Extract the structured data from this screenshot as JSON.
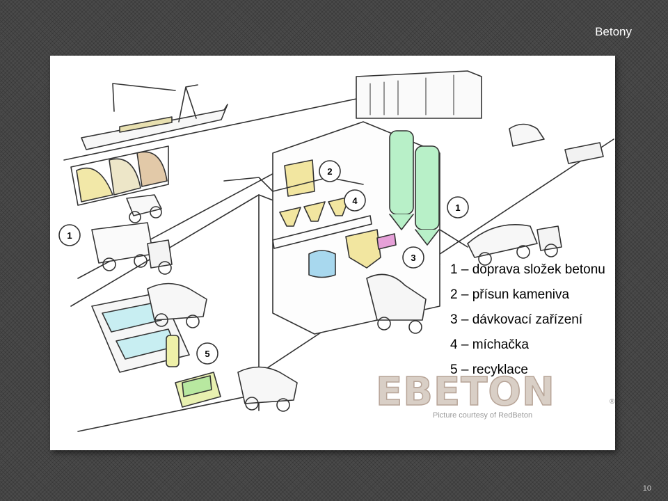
{
  "header": {
    "title": "Betony"
  },
  "figure": {
    "step_numbers": [
      "1",
      "2",
      "4",
      "1",
      "3",
      "5"
    ],
    "legend": [
      {
        "text": "1 – doprava složek betonu"
      },
      {
        "text": "2 – přísun kameniva"
      },
      {
        "text": "3 – dávkovací zařízení"
      },
      {
        "text": "4 – míchačka"
      },
      {
        "text": "5 – recyklace"
      }
    ],
    "logo": {
      "brand": "EBETON",
      "registered_mark": "®",
      "credit": "Picture courtesy of RedBeton"
    }
  },
  "footer": {
    "page_number": "10"
  },
  "colors": {
    "background": "#4a4a4a",
    "silo_green": "#b8f0c8",
    "bin_yellow": "#f2e6a0",
    "tank_blue": "#a8d8ee",
    "mixer_magenta": "#e6a0d8",
    "brand_beige": "#d9cfc6"
  }
}
